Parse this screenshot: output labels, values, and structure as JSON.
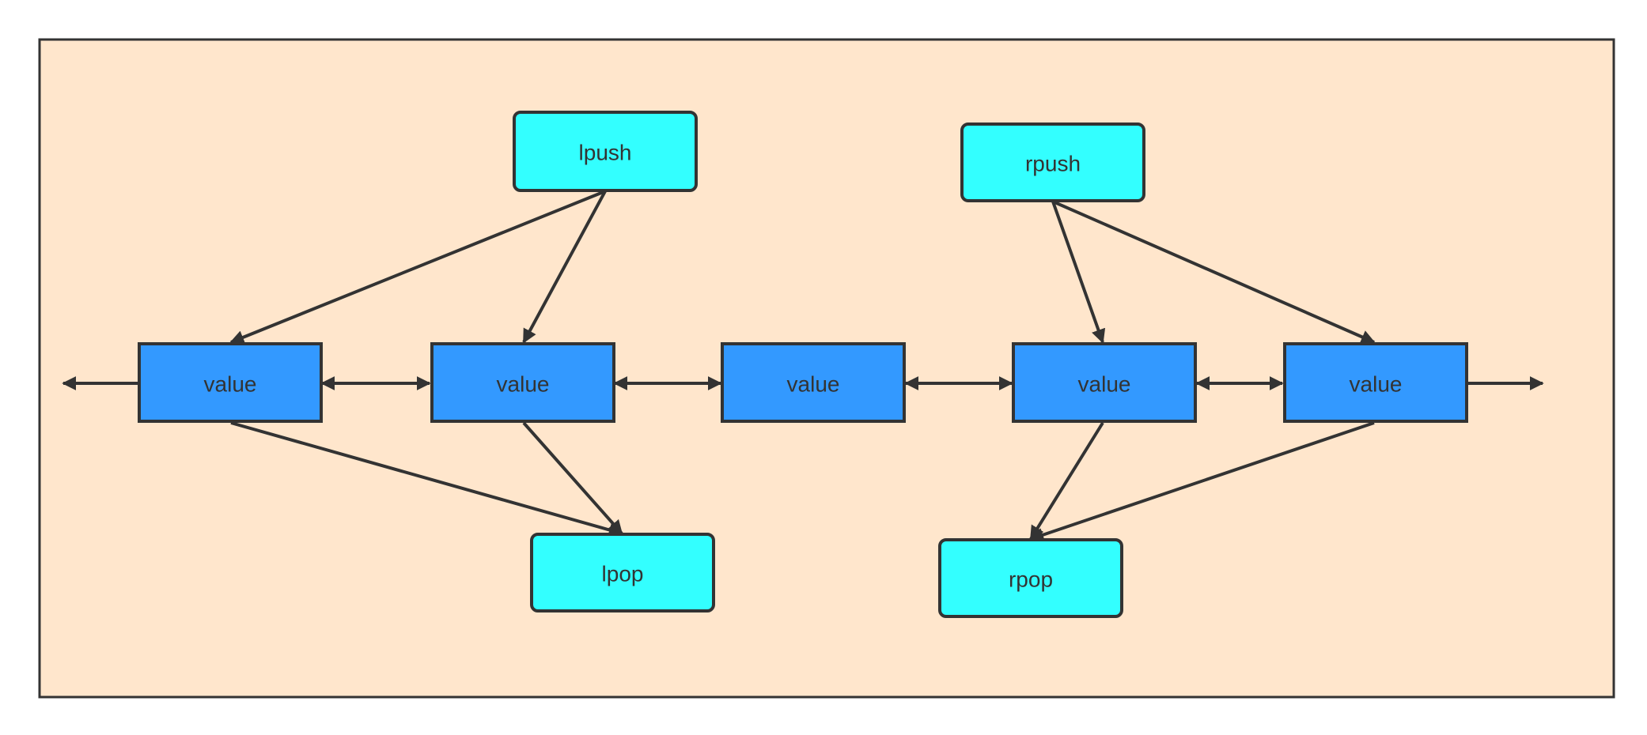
{
  "diagram": {
    "colors": {
      "background": "#FFE6CC",
      "border": "#333333",
      "command_fill": "#33FFFF",
      "value_fill": "#3399FF",
      "text": "#333333"
    },
    "commands": {
      "lpush": "lpush",
      "rpush": "rpush",
      "lpop": "lpop",
      "rpop": "rpop"
    },
    "values": [
      "value",
      "value",
      "value",
      "value",
      "value"
    ]
  }
}
